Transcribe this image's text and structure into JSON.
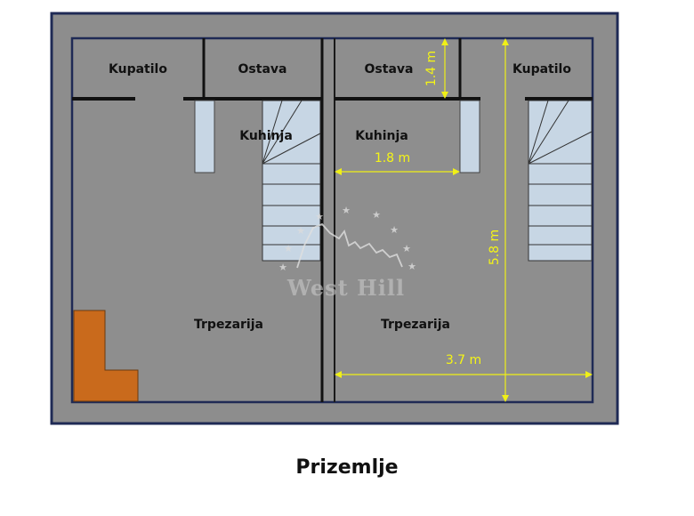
{
  "caption": "Prizemlje",
  "colors": {
    "floor": "#8d8d8d",
    "outer_wall": "#1f2a55",
    "inner_wall": "#111111",
    "stairs_fill": "#c7d6e4",
    "fireplace": "#c96a1c",
    "dimension": "#f0f016",
    "watermark": "#d2d2d2"
  },
  "rooms": {
    "left": {
      "bathroom": "Kupatilo",
      "storage": "Ostava",
      "kitchen": "Kuhinja",
      "dining": "Trpezarija"
    },
    "right": {
      "storage": "Ostava",
      "bathroom": "Kupatilo",
      "kitchen": "Kuhinja",
      "dining": "Trpezarija"
    }
  },
  "dimensions": {
    "storage_depth": "1.4 m",
    "kitchen_width": "1.8 m",
    "total_length": "5.8 m",
    "dining_width": "3.7 m"
  },
  "watermark": {
    "text": "West Hill"
  }
}
